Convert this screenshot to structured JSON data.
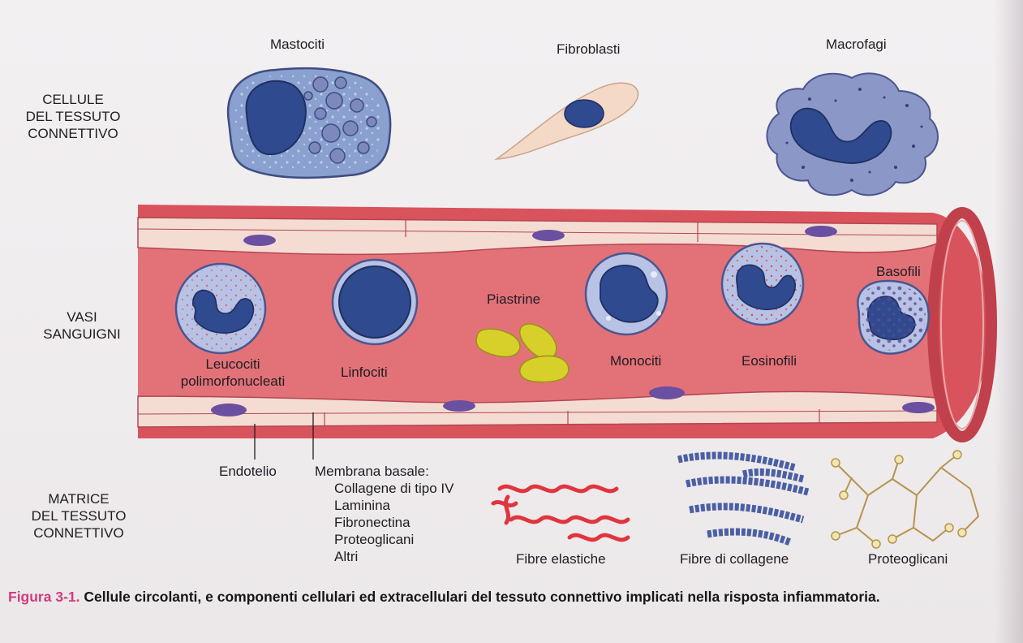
{
  "sections": {
    "cells": "CELLULE\nDEL TESSUTO\nCONNETTIVO",
    "vessels": "VASI\nSANGUIGNI",
    "matrix": "MATRICE\nDEL TESSUTO\nCONNETTIVO"
  },
  "labels": {
    "mast_cells": "Mastociti",
    "fibroblasts": "Fibroblasti",
    "macrophages": "Macrofagi",
    "neutrophils": "Leucociti\npolimorfonucleati",
    "lymphocytes": "Linfociti",
    "platelets": "Piastrine",
    "monocytes": "Monociti",
    "eosinophils": "Eosinofili",
    "basophils": "Basofili",
    "endothelium": "Endotelio",
    "basement_membrane": "Membrana basale:",
    "basement_items": [
      "Collagene di tipo IV",
      "Laminina",
      "Fibronectina",
      "Proteoglicani",
      "Altri"
    ],
    "elastic_fibres": "Fibre elastiche",
    "collagen_fibres": "Fibre di collagene",
    "proteoglycans": "Proteoglicani"
  },
  "caption": {
    "figure": "Figura 3-1.",
    "text": "Cellule circolanti, e componenti cellulari ed extracellulari del tessuto connettivo implicati nella risposta infiammatoria."
  },
  "colors": {
    "figure_number": "#d23b7c",
    "vessel_wall": "#d9535c",
    "nucleus": "#2f4a8e",
    "cytoplasm": "#b7c2e4",
    "platelet": "#d8d02a",
    "elastic_fibre": "#e0353e",
    "collagen_fibre": "#4b5fa5"
  }
}
